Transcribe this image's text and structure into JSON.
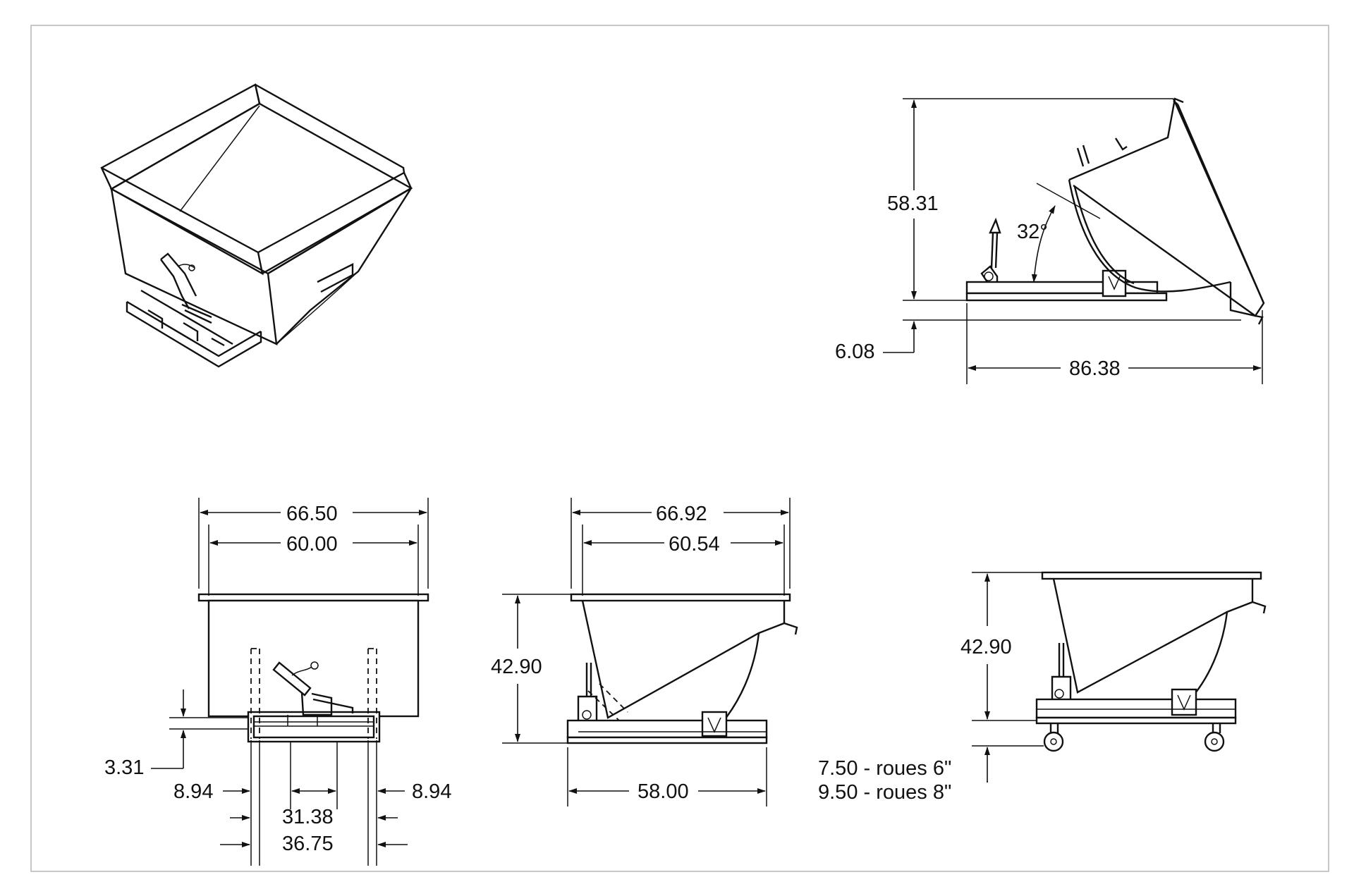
{
  "frame_color": "#c8c8c8",
  "line_color": "#111111",
  "views": {
    "side_tilted": {
      "height": "58.31",
      "angle": "32°",
      "base_clearance": "6.08",
      "length": "86.38"
    },
    "front": {
      "overall_width": "66.50",
      "inner_width": "60.00",
      "base_height": "3.31",
      "left_offset": "8.94",
      "right_offset": "8.94",
      "fork_inner": "31.38",
      "fork_outer": "36.75"
    },
    "side": {
      "overall_depth": "66.92",
      "inner_depth": "60.54",
      "height": "42.90",
      "base_length": "58.00"
    },
    "side_wheels": {
      "height": "42.90",
      "wheel_note_6": "7.50 - roues 6\"",
      "wheel_note_8": "9.50 - roues 8\""
    }
  }
}
